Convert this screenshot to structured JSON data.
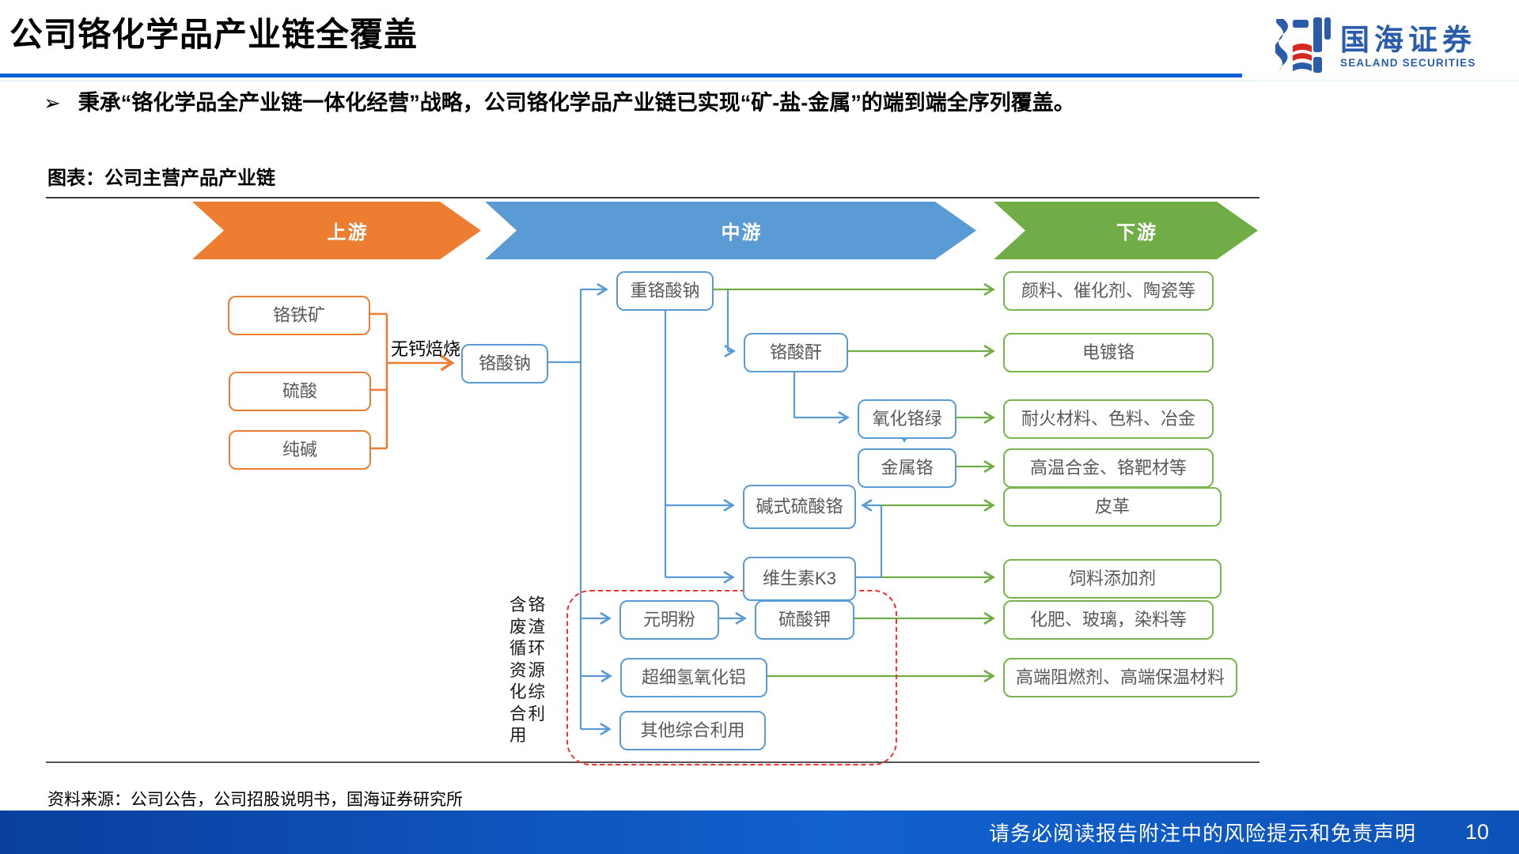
{
  "header": {
    "title": "公司铬化学品产业链全覆盖",
    "logo_cn": "国海证券",
    "logo_en": "SEALAND SECURITIES"
  },
  "bullet": {
    "marker": "➢",
    "text": "秉承“铬化学品全产业链一体化经营”战略，公司铬化学品产业链已实现“矿-盐-金属”的端到端全序列覆盖。"
  },
  "figure": {
    "title": "图表：公司主营产品产业链",
    "stages": [
      {
        "label": "上游",
        "color": "#ED7D31"
      },
      {
        "label": "中游",
        "color": "#5B9BD5"
      },
      {
        "label": "下游",
        "color": "#70AD47"
      }
    ],
    "process_label": "无钙焙烧",
    "side_note": "含铬废渣循环资源化综合利用",
    "nodes": [
      {
        "label": "铬铁矿",
        "type": "upstream"
      },
      {
        "label": "硫酸",
        "type": "upstream"
      },
      {
        "label": "纯碱",
        "type": "upstream"
      },
      {
        "label": "铬酸钠",
        "type": "midstream"
      },
      {
        "label": "重铬酸钠",
        "type": "midstream"
      },
      {
        "label": "铬酸酐",
        "type": "midstream"
      },
      {
        "label": "氧化铬绿",
        "type": "midstream"
      },
      {
        "label": "金属铬",
        "type": "midstream"
      },
      {
        "label": "碱式硫酸铬",
        "type": "midstream"
      },
      {
        "label": "维生素K3",
        "type": "midstream"
      },
      {
        "label": "元明粉",
        "type": "midstream"
      },
      {
        "label": "硫酸钾",
        "type": "midstream"
      },
      {
        "label": "超细氢氧化铝",
        "type": "midstream"
      },
      {
        "label": "其他综合利用",
        "type": "midstream"
      },
      {
        "label": "颜料、催化剂、陶瓷等",
        "type": "downstream"
      },
      {
        "label": "电镀铬",
        "type": "downstream"
      },
      {
        "label": "耐火材料、色料、冶金",
        "type": "downstream"
      },
      {
        "label": "高温合金、铬靶材等",
        "type": "downstream"
      },
      {
        "label": "皮革",
        "type": "downstream"
      },
      {
        "label": "饲料添加剂",
        "type": "downstream"
      },
      {
        "label": "化肥、玻璃，染料等",
        "type": "downstream"
      },
      {
        "label": "高端阻燃剂、高端保温材料",
        "type": "downstream"
      }
    ],
    "edges": [
      [
        "铬铁矿+硫酸+纯碱",
        "铬酸钠",
        "无钙焙烧"
      ],
      [
        "铬酸钠",
        "重铬酸钠"
      ],
      [
        "重铬酸钠",
        "颜料、催化剂、陶瓷等"
      ],
      [
        "重铬酸钠",
        "铬酸酐"
      ],
      [
        "铬酸酐",
        "电镀铬"
      ],
      [
        "铬酸酐",
        "氧化铬绿"
      ],
      [
        "氧化铬绿",
        "耐火材料、色料、冶金"
      ],
      [
        "氧化铬绿",
        "金属铬"
      ],
      [
        "金属铬",
        "高温合金、铬靶材等"
      ],
      [
        "重铬酸钠",
        "碱式硫酸铬"
      ],
      [
        "重铬酸钠",
        "维生素K3"
      ],
      [
        "维生素K3",
        "碱式硫酸铬"
      ],
      [
        "碱式硫酸铬",
        "皮革"
      ],
      [
        "维生素K3",
        "饲料添加剂"
      ],
      [
        "铬酸钠",
        "元明粉"
      ],
      [
        "元明粉",
        "硫酸钾"
      ],
      [
        "硫酸钾",
        "化肥、玻璃，染料等"
      ],
      [
        "铬酸钠",
        "超细氢氧化铝"
      ],
      [
        "超细氢氧化铝",
        "高端阻燃剂、高端保温材料"
      ],
      [
        "铬酸钠",
        "其他综合利用"
      ]
    ],
    "colors": {
      "upstream": "#ED7D31",
      "midstream": "#5B9BD5",
      "downstream": "#70AD47",
      "highlight_dash": "#f53030"
    }
  },
  "footer": {
    "source": "资料来源：公司公告，公司招股说明书，国海证券研究所",
    "disclaimer": "请务必阅读报告附注中的风险提示和免责声明",
    "page": "10",
    "bar_color": "#0d52b8"
  }
}
